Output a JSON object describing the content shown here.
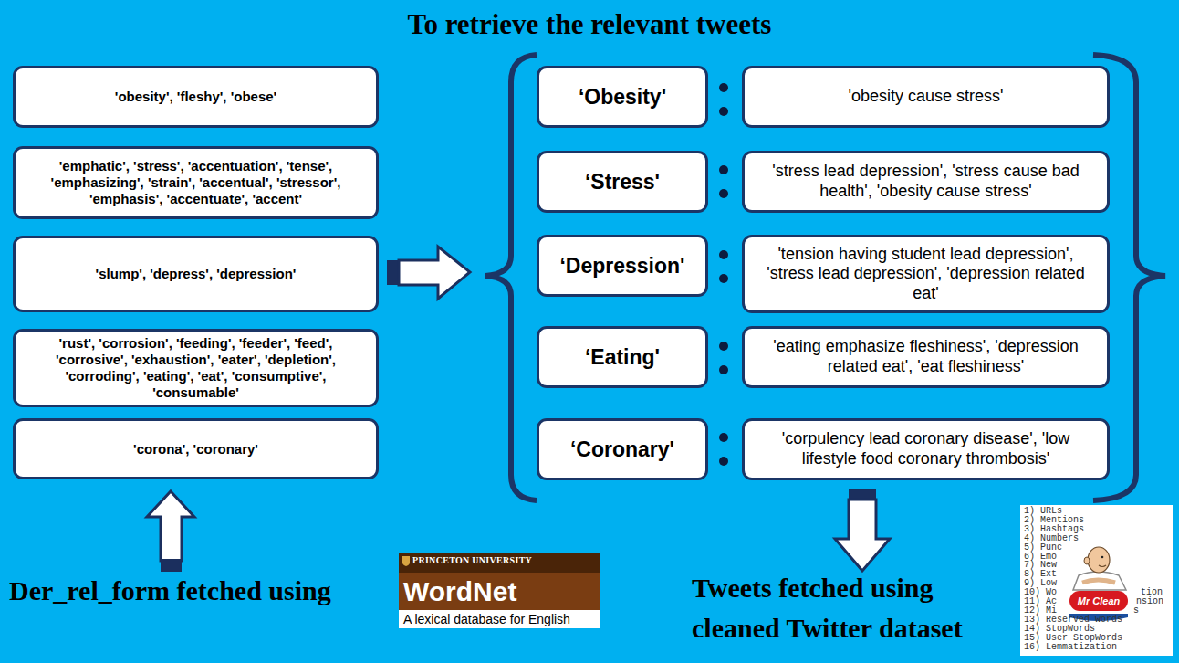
{
  "diagram": {
    "title": "To retrieve the relevant tweets",
    "nodes": [
      {
        "text": [
          "'obesity', 'fleshy', 'obese'"
        ]
      },
      {
        "text": [
          "'emphatic', 'stress', 'accentuation', 'tense', 'emphasizing', 'strain', 'accentual', 'stressor', 'emphasis', 'accentuate', 'accent'"
        ]
      },
      {
        "text": [
          "'slump', 'depress', 'depression'"
        ]
      },
      {
        "text": [
          "'rust', 'corrosion', 'feeding', 'feeder', 'feed', 'corrosive', 'exhaustion', 'eater', 'depletion', 'corroding', 'eating', 'eat', 'consumptive', 'consumable'"
        ]
      },
      {
        "text": [
          "'corona', 'coronary'"
        ]
      },
      {
        "text": [
          "‘Obesity'"
        ]
      },
      {
        "text": [
          "'obesity cause stress'"
        ]
      },
      {
        "text": [
          "‘Stress'"
        ]
      },
      {
        "text": [
          "'stress lead depression', 'stress cause bad health', 'obesity cause stress'"
        ]
      },
      {
        "text": [
          "‘Depression'"
        ]
      },
      {
        "text": [
          "'tension having student lead depression', 'stress lead depression', 'depression related eat'"
        ]
      },
      {
        "text": [
          "‘Eating'"
        ]
      },
      {
        "text": [
          "'eating emphasize fleshiness', 'depression related eat', 'eat fleshiness'"
        ]
      },
      {
        "text": [
          "‘Coronary'"
        ]
      },
      {
        "text": [
          "'corpulency lead coronary disease', 'low lifestyle food coronary thrombosis'"
        ]
      }
    ],
    "labels": [
      "Der_rel_form fetched using",
      "PRINCETON UNIVERSITY",
      "WordNet",
      "A lexical database for English",
      "Tweets fetched using cleaned Twitter dataset",
      "1) URLs",
      "2) Mentions",
      "3) Hashtags",
      "4) Numbers",
      "5) Punc",
      "6) Emo",
      "7) New",
      "8) Ext",
      "9) Low",
      "10) Wo",
      "11) Ac",
      "12) Mi",
      "13) Reserved words",
      "14) StopWords",
      "15) User StopWords",
      "16) Lemmatization",
      "tion",
      "nsion",
      "s",
      "Mr Clean"
    ]
  }
}
